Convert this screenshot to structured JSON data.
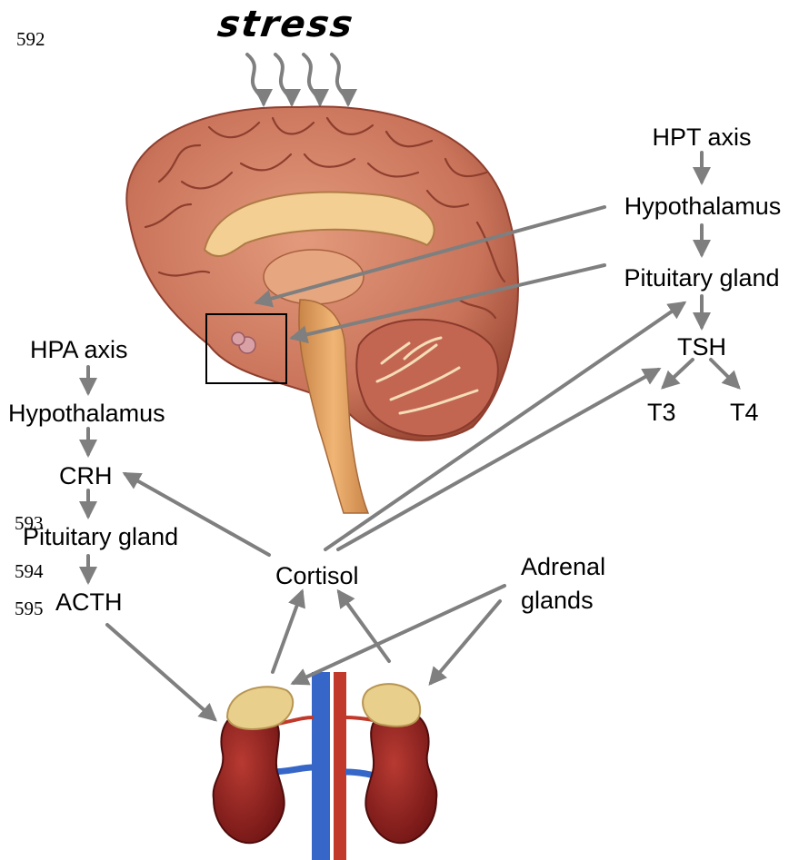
{
  "line_numbers": {
    "n592": "592",
    "n593": "593",
    "n594": "594",
    "n595": "595"
  },
  "stressor": "stress",
  "hpt": {
    "title": "HPT axis",
    "hypothalamus": "Hypothalamus",
    "pituitary": "Pituitary gland",
    "tsh": "TSH",
    "t3": "T3",
    "t4": "T4"
  },
  "hpa": {
    "title": "HPA axis",
    "hypothalamus": "Hypothalamus",
    "crh": "CRH",
    "pituitary": "Pituitary gland",
    "acth": "ACTH"
  },
  "cortisol": "Cortisol",
  "adrenal": {
    "line1": "Adrenal",
    "line2": "glands"
  },
  "colors": {
    "arrow": "#7f7f7f",
    "brain": "#c9735a",
    "brain_dark": "#8e3e2e",
    "kidney": "#8b1e1e",
    "adrenal_gland": "#e9cf8c",
    "vein": "#3566c8",
    "artery": "#c0392b"
  }
}
